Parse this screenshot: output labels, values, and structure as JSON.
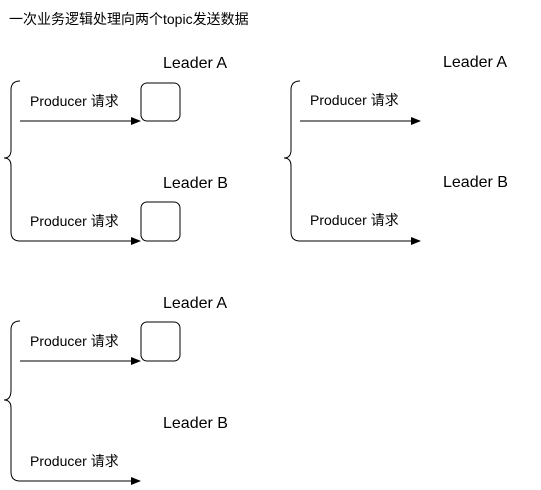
{
  "title": "一次业务逻辑处理向两个topic发送数据",
  "panels": [
    {
      "id": "panel-top-left",
      "leaders": [
        "Leader A",
        "Leader B"
      ],
      "requests": [
        "Producer 请求",
        "Producer 请求"
      ],
      "leader_boxes_shown": [
        true,
        true
      ]
    },
    {
      "id": "panel-top-right",
      "leaders": [
        "Leader A",
        "Leader B"
      ],
      "requests": [
        "Producer 请求",
        "Producer 请求"
      ],
      "leader_boxes_shown": [
        false,
        false
      ]
    },
    {
      "id": "panel-bottom-left",
      "leaders": [
        "Leader A",
        "Leader B"
      ],
      "requests": [
        "Producer 请求",
        "Producer 请求"
      ],
      "leader_boxes_shown": [
        true,
        false
      ]
    }
  ]
}
